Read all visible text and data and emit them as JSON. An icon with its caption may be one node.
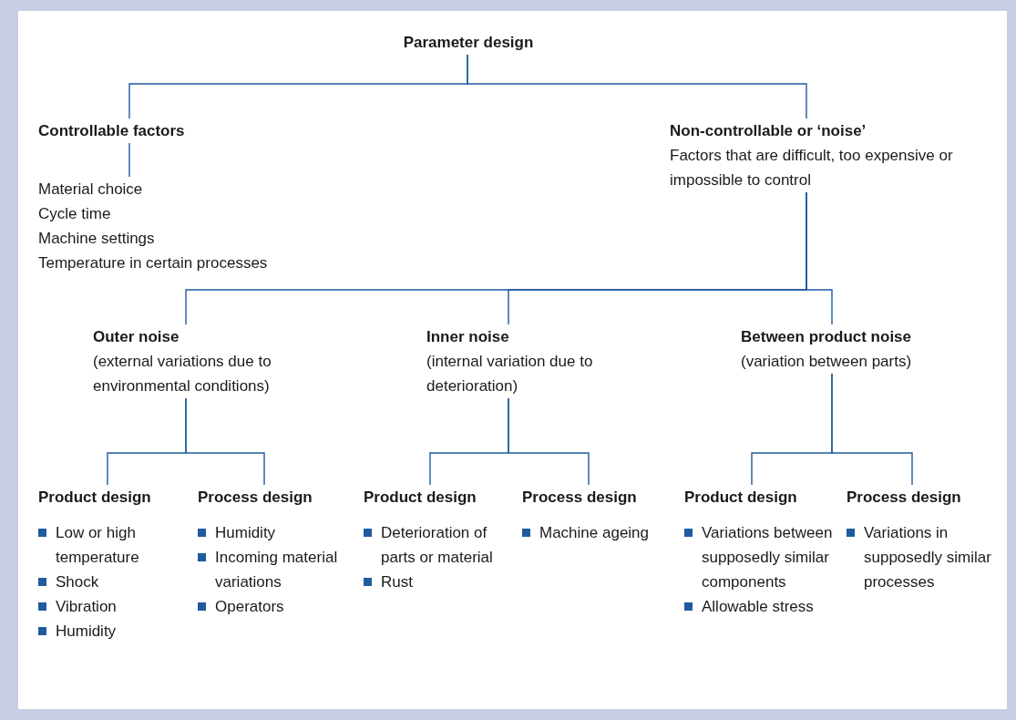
{
  "diagram": {
    "nodes": [
      {
        "text": [
          "Parameter design"
        ]
      },
      {
        "text": [
          "Controllable factors"
        ]
      },
      {
        "text": [
          "Material choice",
          "Cycle time",
          "Machine settings",
          "Temperature in certain processes"
        ]
      },
      {
        "text": [
          "Non-controllable or ‘noise’",
          "Factors that are difficult, too expensive or impossible to control"
        ]
      },
      {
        "text": [
          "Outer noise",
          "(external variations due to environmental conditions)"
        ]
      },
      {
        "text": [
          "Inner noise",
          "(internal variation due to deterioration)"
        ]
      },
      {
        "text": [
          "Between product noise",
          "(variation between parts)"
        ]
      },
      {
        "text": [
          "Product design",
          "Low or high temperature",
          "Shock",
          "Vibration",
          "Humidity"
        ]
      },
      {
        "text": [
          "Process design",
          "Humidity",
          "Incoming material variations",
          "Operators"
        ]
      },
      {
        "text": [
          "Product design",
          "Deterioration of parts or material",
          "Rust"
        ]
      },
      {
        "text": [
          "Process design",
          "Machine ageing"
        ]
      },
      {
        "text": [
          "Product design",
          "Variations between supposedly similar components",
          "Allowable stress"
        ]
      },
      {
        "text": [
          "Process design",
          "Variations in supposedly similar processes"
        ]
      }
    ],
    "edges": [
      {
        "from": 0,
        "to": 1,
        "arrow": "none"
      },
      {
        "from": 0,
        "to": 3,
        "arrow": "none"
      },
      {
        "from": 1,
        "to": 2,
        "arrow": "none"
      },
      {
        "from": 3,
        "to": 4,
        "arrow": "none"
      },
      {
        "from": 3,
        "to": 5,
        "arrow": "none"
      },
      {
        "from": 3,
        "to": 6,
        "arrow": "none"
      },
      {
        "from": 4,
        "to": 7,
        "arrow": "none"
      },
      {
        "from": 4,
        "to": 8,
        "arrow": "none"
      },
      {
        "from": 5,
        "to": 9,
        "arrow": "none"
      },
      {
        "from": 5,
        "to": 10,
        "arrow": "none"
      },
      {
        "from": 6,
        "to": 11,
        "arrow": "none"
      },
      {
        "from": 6,
        "to": 12,
        "arrow": "none"
      }
    ]
  }
}
